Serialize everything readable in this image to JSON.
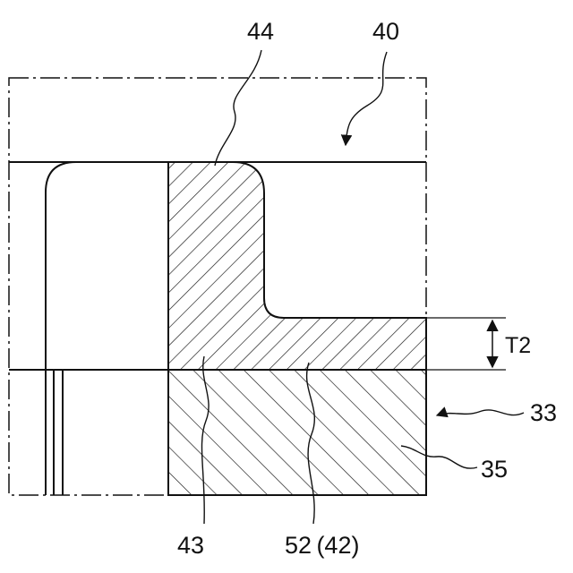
{
  "figure": {
    "labels": {
      "ref_44": "44",
      "ref_40": "40",
      "dim_t2": "T2",
      "ref_33": "33",
      "ref_35": "35",
      "ref_43": "43",
      "ref_52_42": "52 (42)"
    },
    "colors": {
      "line": "#111111",
      "background": "#ffffff"
    }
  }
}
